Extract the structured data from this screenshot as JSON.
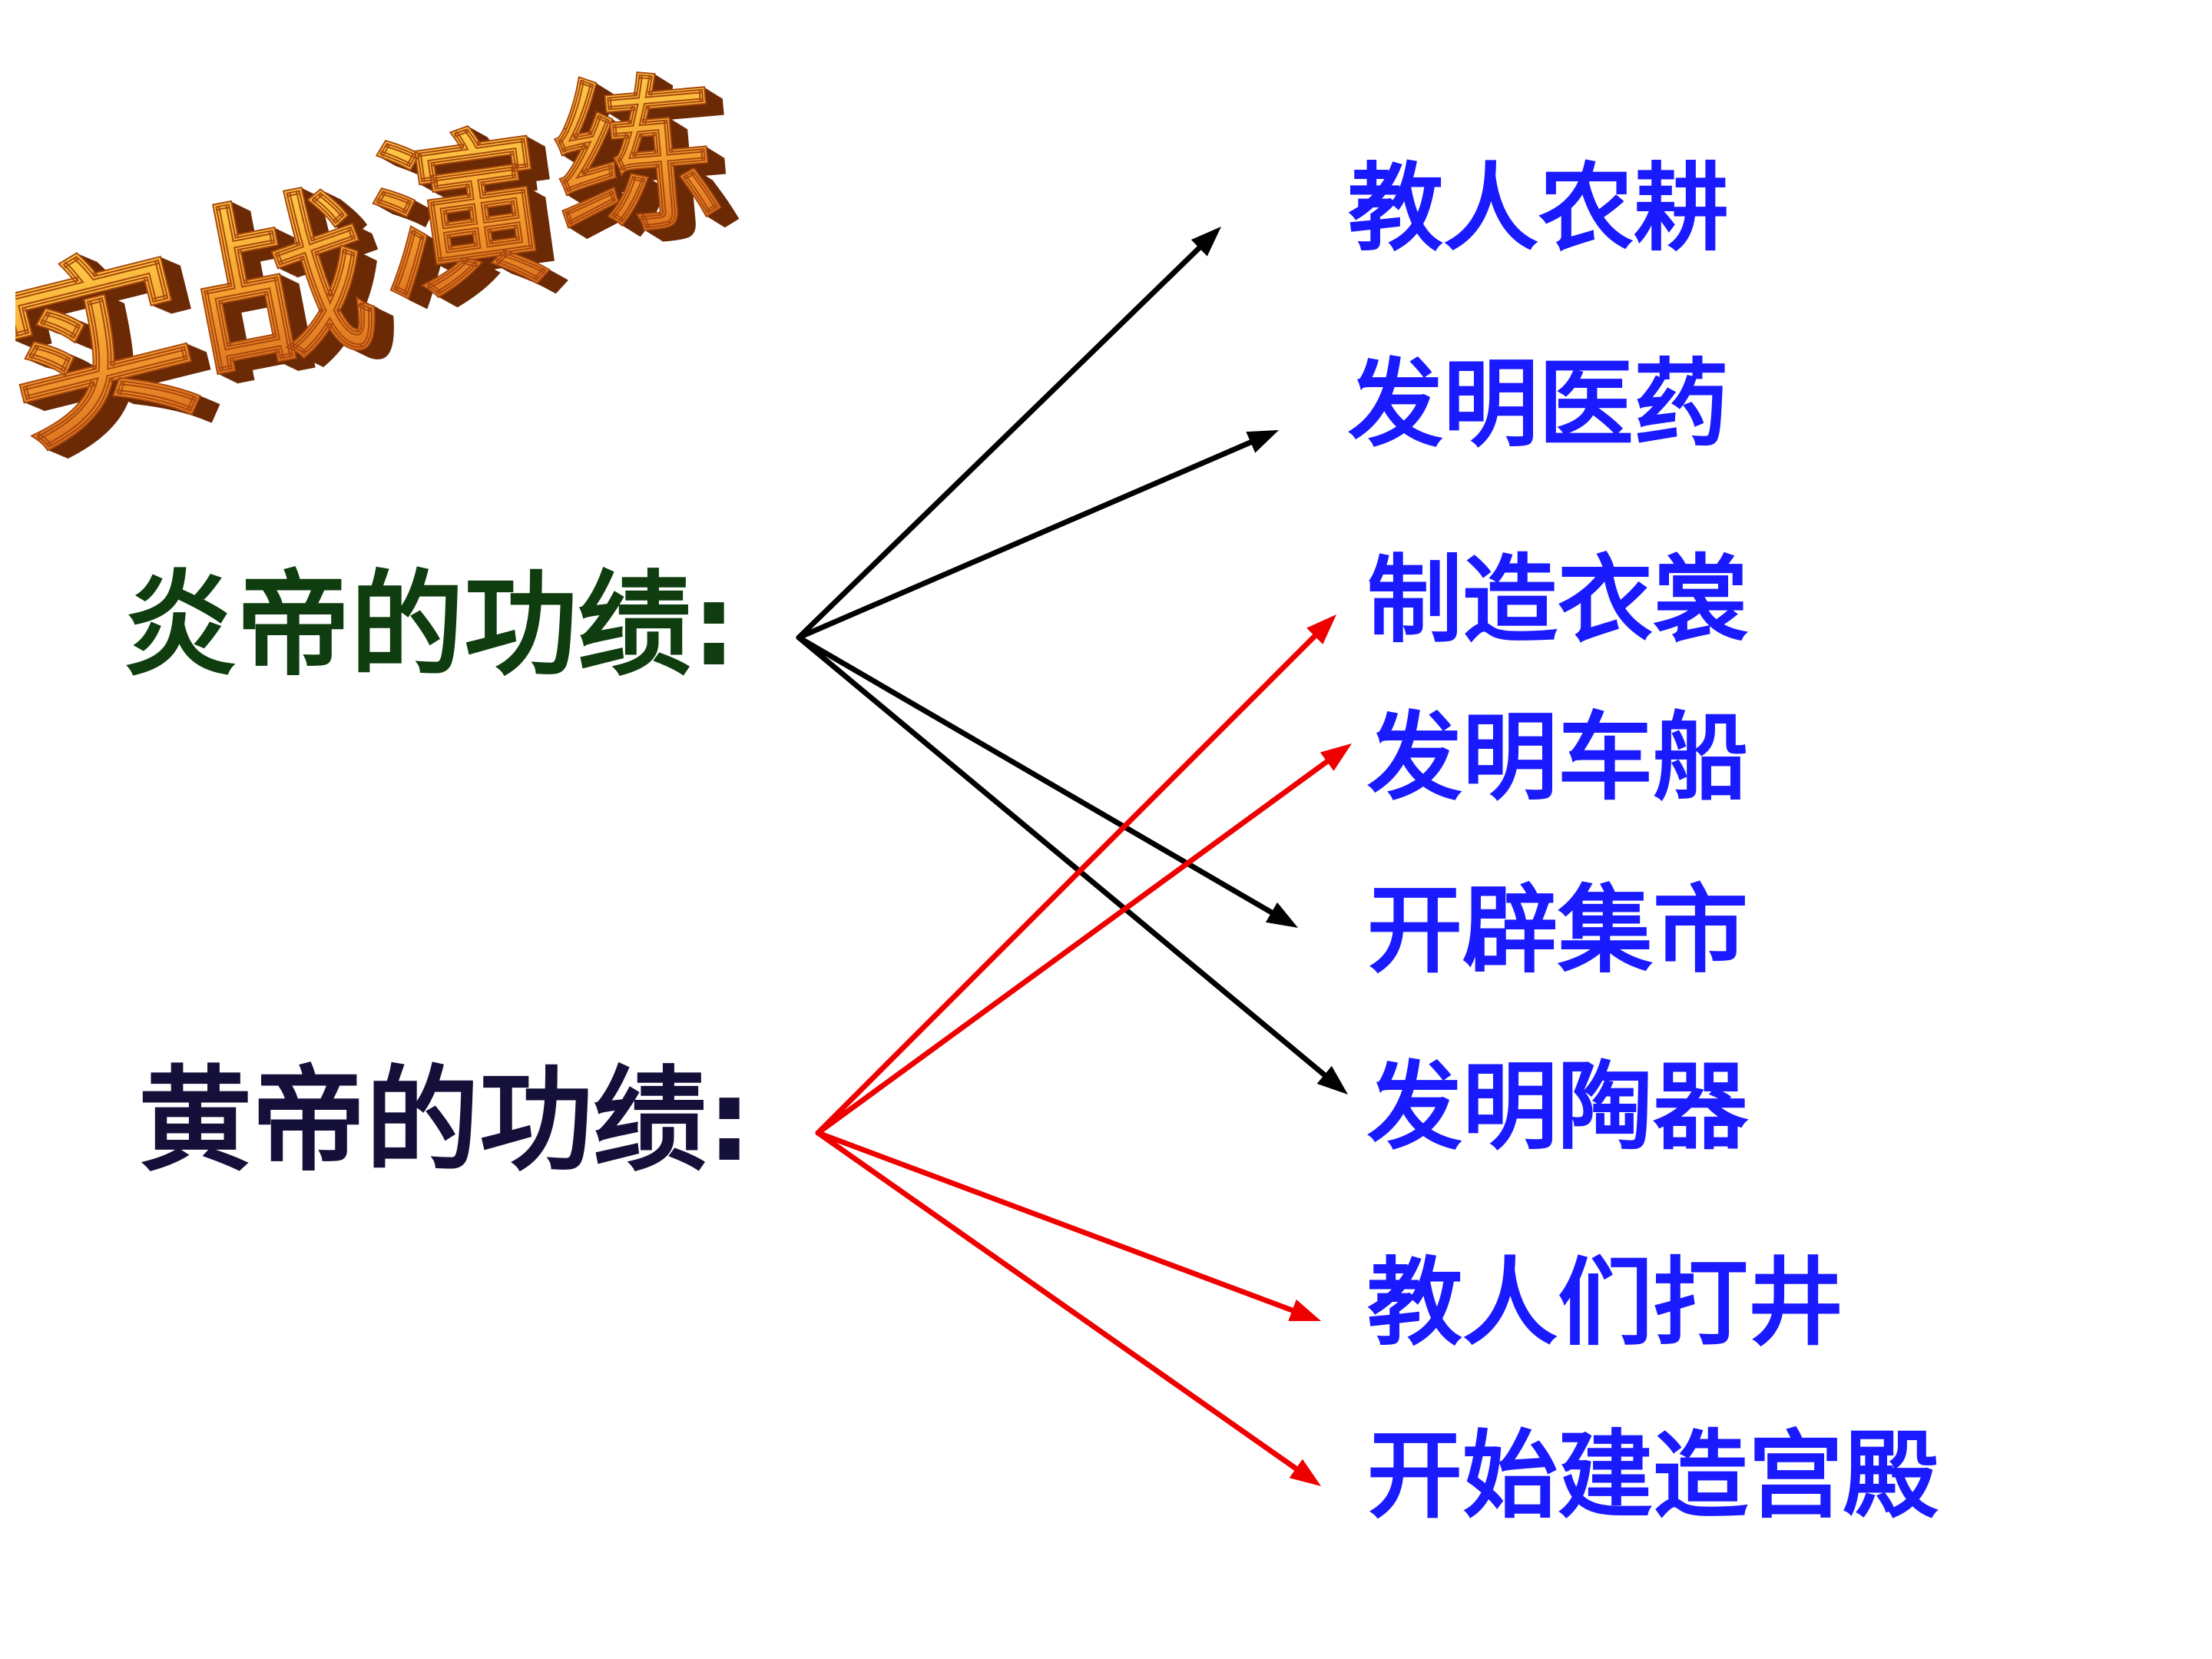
{
  "title_art": {
    "text": "实战演练",
    "colors": {
      "face": "#f29a2e",
      "highlight": "#ffd24a",
      "extrude": "#6b2a05"
    }
  },
  "sources": [
    {
      "id": "yandi",
      "label": "炎帝的功绩:",
      "color": "#0f3d0f"
    },
    {
      "id": "huangdi",
      "label": "黄帝的功绩:",
      "color": "#15103a"
    }
  ],
  "targets": [
    {
      "id": "t0",
      "label": "教人农耕"
    },
    {
      "id": "t1",
      "label": "发明医药"
    },
    {
      "id": "t2",
      "label": "制造衣裳"
    },
    {
      "id": "t3",
      "label": "发明车船"
    },
    {
      "id": "t4",
      "label": "开辟集市"
    },
    {
      "id": "t5",
      "label": "发明陶器"
    },
    {
      "id": "t6",
      "label": "教人们打井"
    },
    {
      "id": "t7",
      "label": "开始建造宫殿"
    }
  ],
  "target_color": "#1a1aff",
  "connections": [
    {
      "from": "yandi",
      "to": "t0",
      "color": "#000000"
    },
    {
      "from": "yandi",
      "to": "t1",
      "color": "#000000"
    },
    {
      "from": "yandi",
      "to": "t4",
      "color": "#000000"
    },
    {
      "from": "yandi",
      "to": "t5",
      "color": "#000000"
    },
    {
      "from": "huangdi",
      "to": "t2",
      "color": "#ee0000"
    },
    {
      "from": "huangdi",
      "to": "t3",
      "color": "#ee0000"
    },
    {
      "from": "huangdi",
      "to": "t6",
      "color": "#ee0000"
    },
    {
      "from": "huangdi",
      "to": "t7",
      "color": "#ee0000"
    }
  ]
}
